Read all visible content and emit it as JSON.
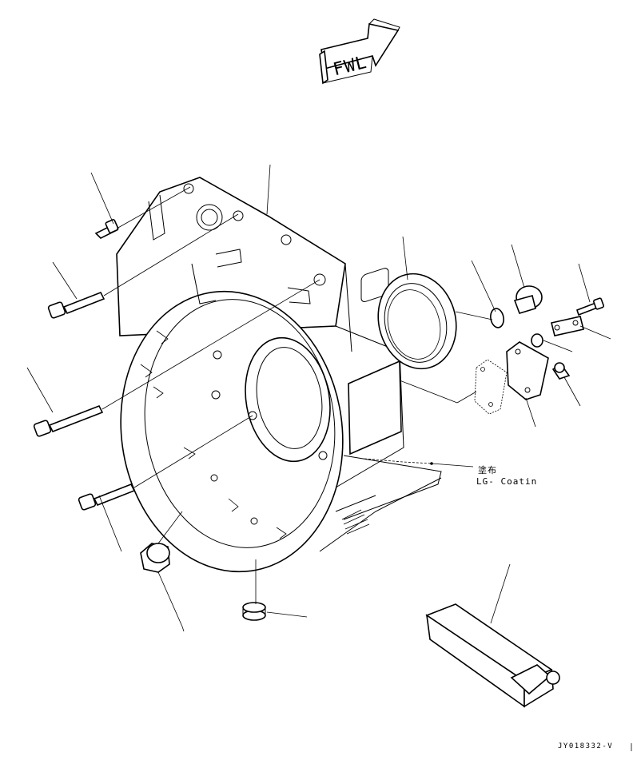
{
  "fwd_arrow": {
    "label": "FWL"
  },
  "annotation": {
    "jp_label": "塗布",
    "en_label": "LG- Coatin"
  },
  "figure_code": "JY018332-V",
  "icons": {
    "direction": "forward-arrow-icon",
    "tool": "installer-tool-icon"
  }
}
